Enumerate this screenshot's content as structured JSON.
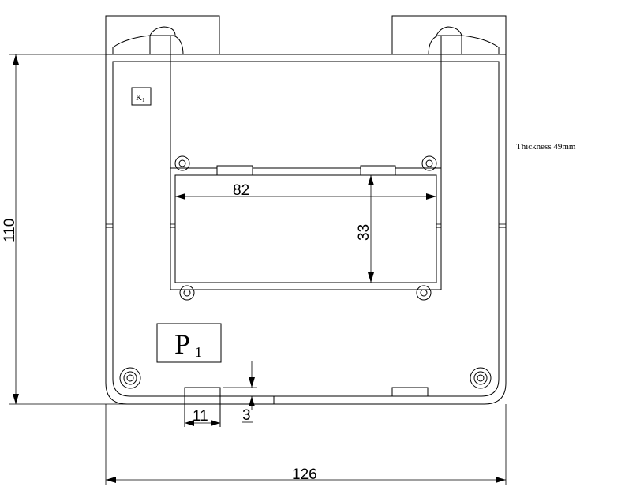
{
  "drawing": {
    "note": "Thickness 49mm",
    "label_k": "K",
    "label_k_sub": "1",
    "label_p": "P",
    "label_p_sub": "1",
    "dimensions": {
      "overall_width": "126",
      "overall_height": "110",
      "window_width": "82",
      "window_height": "33",
      "foot_width": "11",
      "foot_height": "3"
    }
  }
}
